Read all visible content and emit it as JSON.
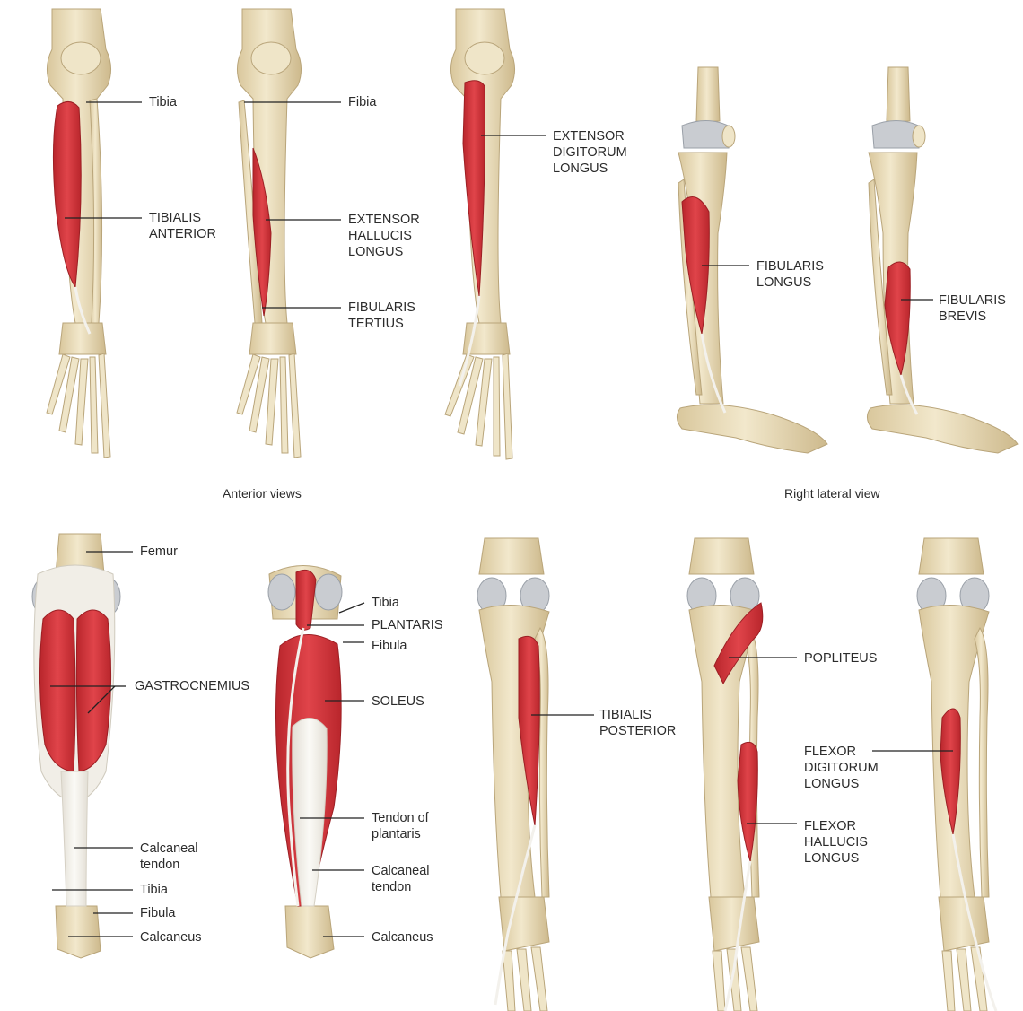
{
  "captions": {
    "anterior": "Anterior views",
    "lateral": "Right lateral view"
  },
  "labels": {
    "tibia_a": "Tibia",
    "tibialis_anterior": [
      "TIBIALIS",
      "ANTERIOR"
    ],
    "fibia": "Fibia",
    "ext_hallucis": [
      "EXTENSOR",
      "HALLUCIS",
      "LONGUS"
    ],
    "fib_tertius": [
      "FIBULARIS",
      "TERTIUS"
    ],
    "ext_digitorum": [
      "EXTENSOR",
      "DIGITORUM",
      "LONGUS"
    ],
    "fib_longus": [
      "FIBULARIS",
      "LONGUS"
    ],
    "fib_brevis": [
      "FIBULARIS",
      "BREVIS"
    ],
    "femur": "Femur",
    "gastrocnemius": "GASTROCNEMIUS",
    "calc_tendon_1": [
      "Calcaneal",
      "tendon"
    ],
    "tibia_p1": "Tibia",
    "fibula_p1": "Fibula",
    "calcaneus_1": "Calcaneus",
    "tibia_p2": "Tibia",
    "plantaris": "PLANTARIS",
    "fibula_p2": "Fibula",
    "soleus": "SOLEUS",
    "tendon_plantaris": [
      "Tendon of",
      "plantaris"
    ],
    "calc_tendon_2": [
      "Calcaneal",
      "tendon"
    ],
    "calcaneus_2": "Calcaneus",
    "tibialis_posterior": [
      "TIBIALIS",
      "POSTERIOR"
    ],
    "popliteus": "POPLITEUS",
    "flex_digitorum": [
      "FLEXOR",
      "DIGITORUM",
      "LONGUS"
    ],
    "flex_hallucis": [
      "FLEXOR",
      "HALLUCIS",
      "LONGUS"
    ]
  },
  "colors": {
    "bone": "#eadcb8",
    "bone_edge": "#b9a57a",
    "muscle": "#d8353b",
    "muscle_dark": "#a82228",
    "tendon": "#f3f1ec",
    "cartilage": "#c9ccd1",
    "leader": "#222222"
  }
}
